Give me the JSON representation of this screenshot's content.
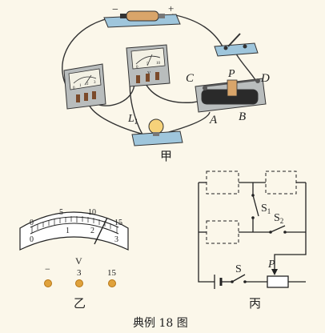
{
  "battery": {
    "minus": "−",
    "plus": "+"
  },
  "ammeter": {
    "ticks": [
      "0",
      "1",
      "2",
      "3"
    ]
  },
  "voltmeter_photo": {
    "ticks": [
      "0",
      "5",
      "10"
    ],
    "unit": "V"
  },
  "rheostat": {
    "C": "C",
    "P": "P",
    "D": "D",
    "A": "A",
    "B": "B"
  },
  "lamp": {
    "label": "L",
    "sub": "1"
  },
  "fig_jia": "甲",
  "meter": {
    "top_scale": [
      "0",
      "5",
      "10",
      "15"
    ],
    "bottom_scale": [
      "0",
      "1",
      "2",
      "3"
    ],
    "terminals": [
      "−",
      "3",
      "15"
    ],
    "unit": "V"
  },
  "fig_yi": "乙",
  "circuit": {
    "S1": "S",
    "S1_sub": "1",
    "S2": "S",
    "S2_sub": "2",
    "S": "S",
    "P": "P"
  },
  "fig_bing": "丙",
  "caption": "典例 18 图"
}
